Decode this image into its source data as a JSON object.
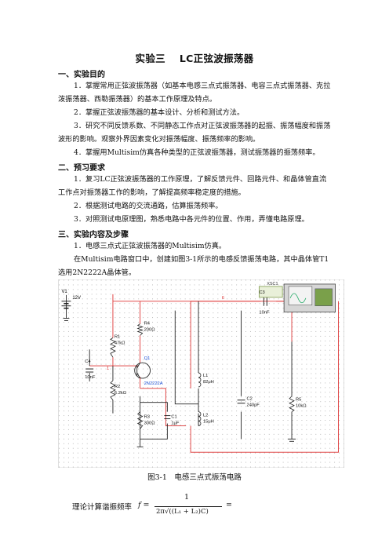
{
  "title": {
    "exp": "实验三",
    "name": "LC正弦波振荡器"
  },
  "sections": {
    "s1": {
      "heading": "一、实验目的",
      "items": [
        "1．掌握常用正弦波振荡器（如基本电感三点式振荡器、电容三点式振荡器、克拉泼振荡器、西勒振荡器）的基本工作原理及特点。",
        "2．掌握正弦波振荡器的基本设计、分析和测试方法。",
        "3．研究不同反馈系数、不同静态工作点对正弦波振荡器的起振、振荡幅度和振荡波形的影响。观察外界因素变化对振荡幅度、振荡频率的影响。",
        "4．掌握用Multisim仿真各种类型的正弦波振荡器，测试振荡器的振荡频率。"
      ]
    },
    "s2": {
      "heading": "二、预习要求",
      "items": [
        "1．复习LC正弦波振荡器的工作原理，了解反馈元件、回路元件、和晶体管直流工作点对振荡器工作的影响，了解提高频率稳定度的措施。",
        "2．根据测试电路的交流通路，估算振荡频率。",
        "3．对照测试电原理图，熟悉电路中各元件的位置、作用，弄懂电路原理。"
      ]
    },
    "s3": {
      "heading": "三、实验内容及步骤",
      "items": [
        "1．电感三点式正弦波振荡器的Multisim仿真。",
        "在Multisim电路窗口中，创建如图3-1所示的电感反馈振荡电路，其中晶体管T1选用2N2222A晶体管。"
      ]
    }
  },
  "schematic": {
    "instrument": "XSC1",
    "v1": {
      "name": "V1",
      "value": "12V"
    },
    "r1": {
      "name": "R1",
      "value": "47kΩ"
    },
    "r2": {
      "name": "R2",
      "value": "6.2kΩ"
    },
    "r3": {
      "name": "R3",
      "value": "300Ω"
    },
    "r4": {
      "name": "R4",
      "value": "200Ω"
    },
    "r5": {
      "name": "R5",
      "value": "10kΩ"
    },
    "c1": {
      "name": "C1",
      "value": "1μF"
    },
    "c2": {
      "name": "C2",
      "value": "240pF"
    },
    "c3": {
      "name": "C3",
      "value": "10nF"
    },
    "c4": {
      "name": "C4",
      "value": "10nF"
    },
    "l1": {
      "name": "L1",
      "value": "82μH"
    },
    "l2": {
      "name": "L2",
      "value": "15μH"
    },
    "q1": {
      "name": "Q1",
      "part": "2N2222A"
    },
    "node1": "1",
    "node6": "6"
  },
  "caption": "图3-1　电感三点式振荡电路",
  "formula": {
    "prefix": "理论计算谐振频率",
    "lhs": "f =",
    "num": "1",
    "den": "2π√((L₁ + L₂)C)",
    "eq": "="
  }
}
